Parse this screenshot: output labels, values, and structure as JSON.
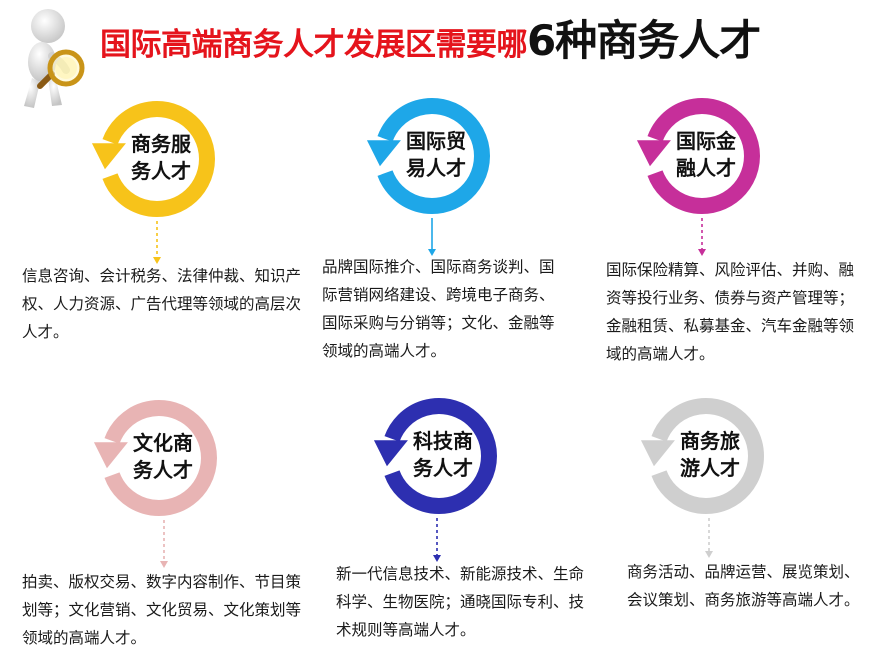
{
  "title": {
    "part1": "国际高端商务人才发展区需要哪",
    "part2": "6种商务人才"
  },
  "categories": [
    {
      "label_line1": "商务服",
      "label_line2": "务人才",
      "color": "#f7c31a",
      "description": "信息咨询、会计税务、法律仲裁、知识产权、人力资源、广告代理等领域的高层次人才。"
    },
    {
      "label_line1": "国际贸",
      "label_line2": "易人才",
      "color": "#1ea7e8",
      "description": "品牌国际推介、国际商务谈判、国际营销网络建设、跨境电子商务、国际采购与分销等；文化、金融等领域的高端人才。"
    },
    {
      "label_line1": "国际金",
      "label_line2": "融人才",
      "color": "#c62f9a",
      "description": "国际保险精算、风险评估、并购、融资等投行业务、债券与资产管理等；金融租赁、私募基金、汽车金融等领域的高端人才。"
    },
    {
      "label_line1": "文化商",
      "label_line2": "务人才",
      "color": "#e8b4b4",
      "description": "拍卖、版权交易、数字内容制作、节目策划等；文化营销、文化贸易、文化策划等领域的高端人才。"
    },
    {
      "label_line1": "科技商",
      "label_line2": "务人才",
      "color": "#2d2fb0",
      "description": "新一代信息技术、新能源技术、生命科学、生物医院；通晓国际专利、技术规则等高端人才。"
    },
    {
      "label_line1": "商务旅",
      "label_line2": "游人才",
      "color": "#cfcfcf",
      "description": "商务活动、品牌运营、展览策划、会议策划、商务旅游等高端人才。"
    }
  ]
}
